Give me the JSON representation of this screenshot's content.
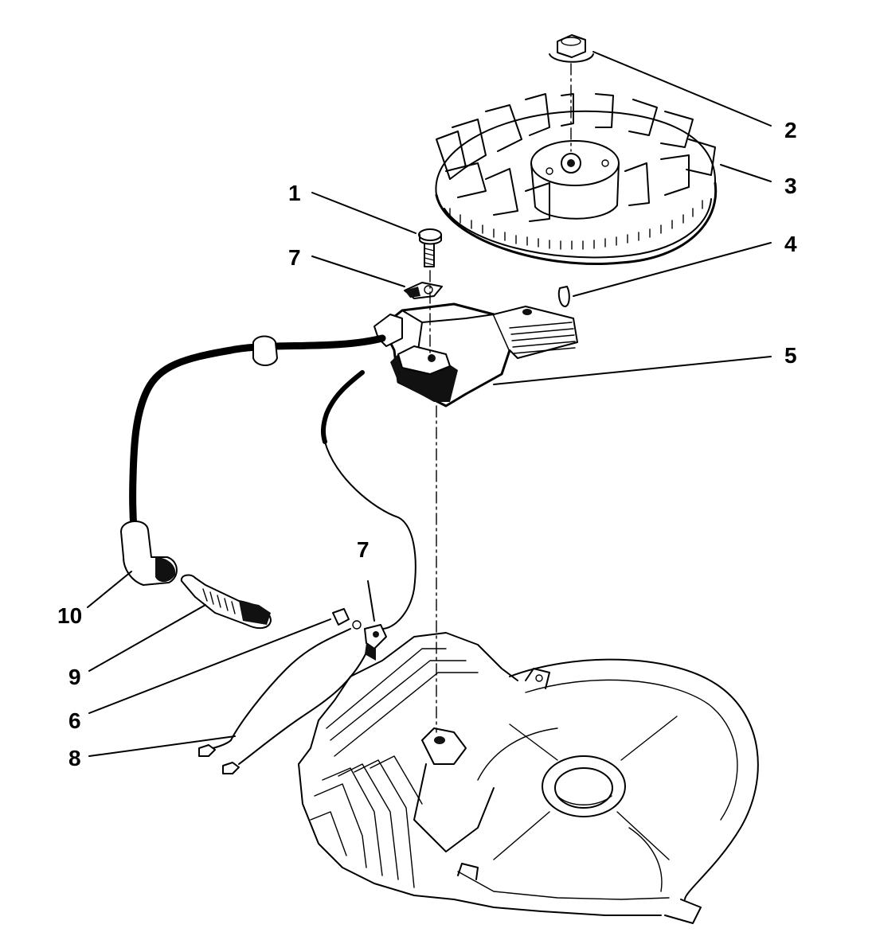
{
  "callouts": [
    {
      "id": "1",
      "text": "1"
    },
    {
      "id": "2",
      "text": "2"
    },
    {
      "id": "3",
      "text": "3"
    },
    {
      "id": "4",
      "text": "4"
    },
    {
      "id": "5",
      "text": "5"
    },
    {
      "id": "6",
      "text": "6"
    },
    {
      "id": "7a",
      "text": "7"
    },
    {
      "id": "7b",
      "text": "7"
    },
    {
      "id": "8",
      "text": "8"
    },
    {
      "id": "9",
      "text": "9"
    },
    {
      "id": "10",
      "text": "10"
    }
  ]
}
